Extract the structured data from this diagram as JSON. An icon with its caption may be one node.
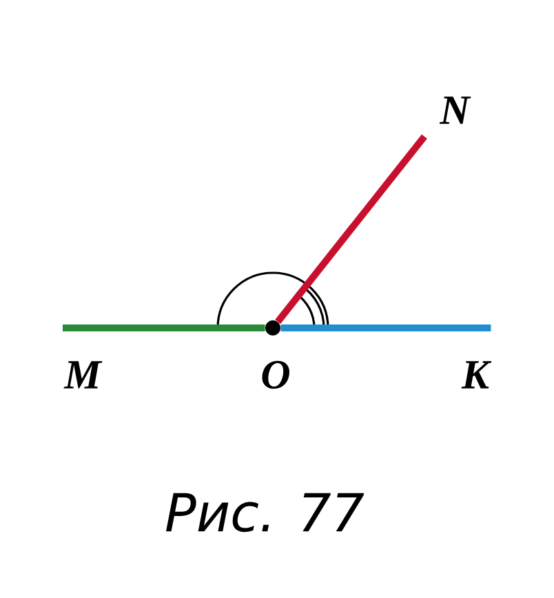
{
  "diagram": {
    "caption": "Рис. 77",
    "nodes": [
      {
        "text": [
          "N"
        ]
      },
      {
        "text": [
          "M"
        ]
      },
      {
        "text": [],
        "shape": "circle"
      },
      {
        "text": [
          "K"
        ]
      }
    ],
    "edges": [
      {
        "from": 2,
        "to": 1,
        "arrow": "none",
        "color": "#2a8a3a"
      },
      {
        "from": 2,
        "to": 3,
        "arrow": "none",
        "color": "#1f8fd0"
      },
      {
        "from": 2,
        "to": 0,
        "arrow": "none",
        "color": "#c8102e"
      }
    ],
    "labels": [
      "O"
    ]
  }
}
